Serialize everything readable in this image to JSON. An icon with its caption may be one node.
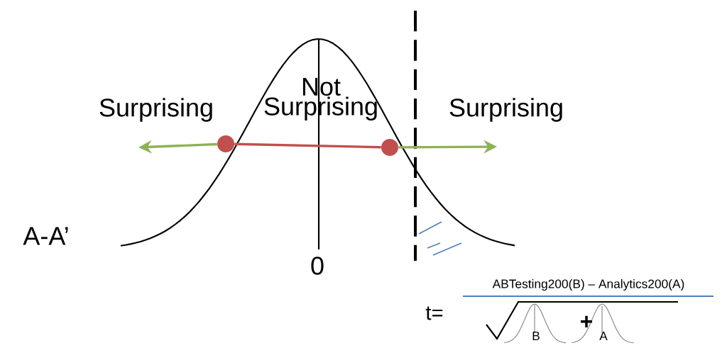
{
  "diagram": {
    "nodes": [
      {
        "text": [],
        "shape": "circle"
      },
      {
        "text": [],
        "shape": "circle"
      }
    ],
    "edges": [
      {
        "from": 0,
        "to": 1,
        "arrow": "none",
        "color": "#c0504d"
      },
      {
        "from": 0,
        "to": null,
        "arrow": "to"
      },
      {
        "from": 1,
        "to": null,
        "arrow": "to"
      }
    ],
    "labels": [
      "Surprising",
      "Not Surprising",
      "Surprising",
      "A-A’",
      "0",
      "t=",
      "ABTesting200(B) – Analytics200(A)",
      "+",
      "B",
      "A"
    ]
  }
}
